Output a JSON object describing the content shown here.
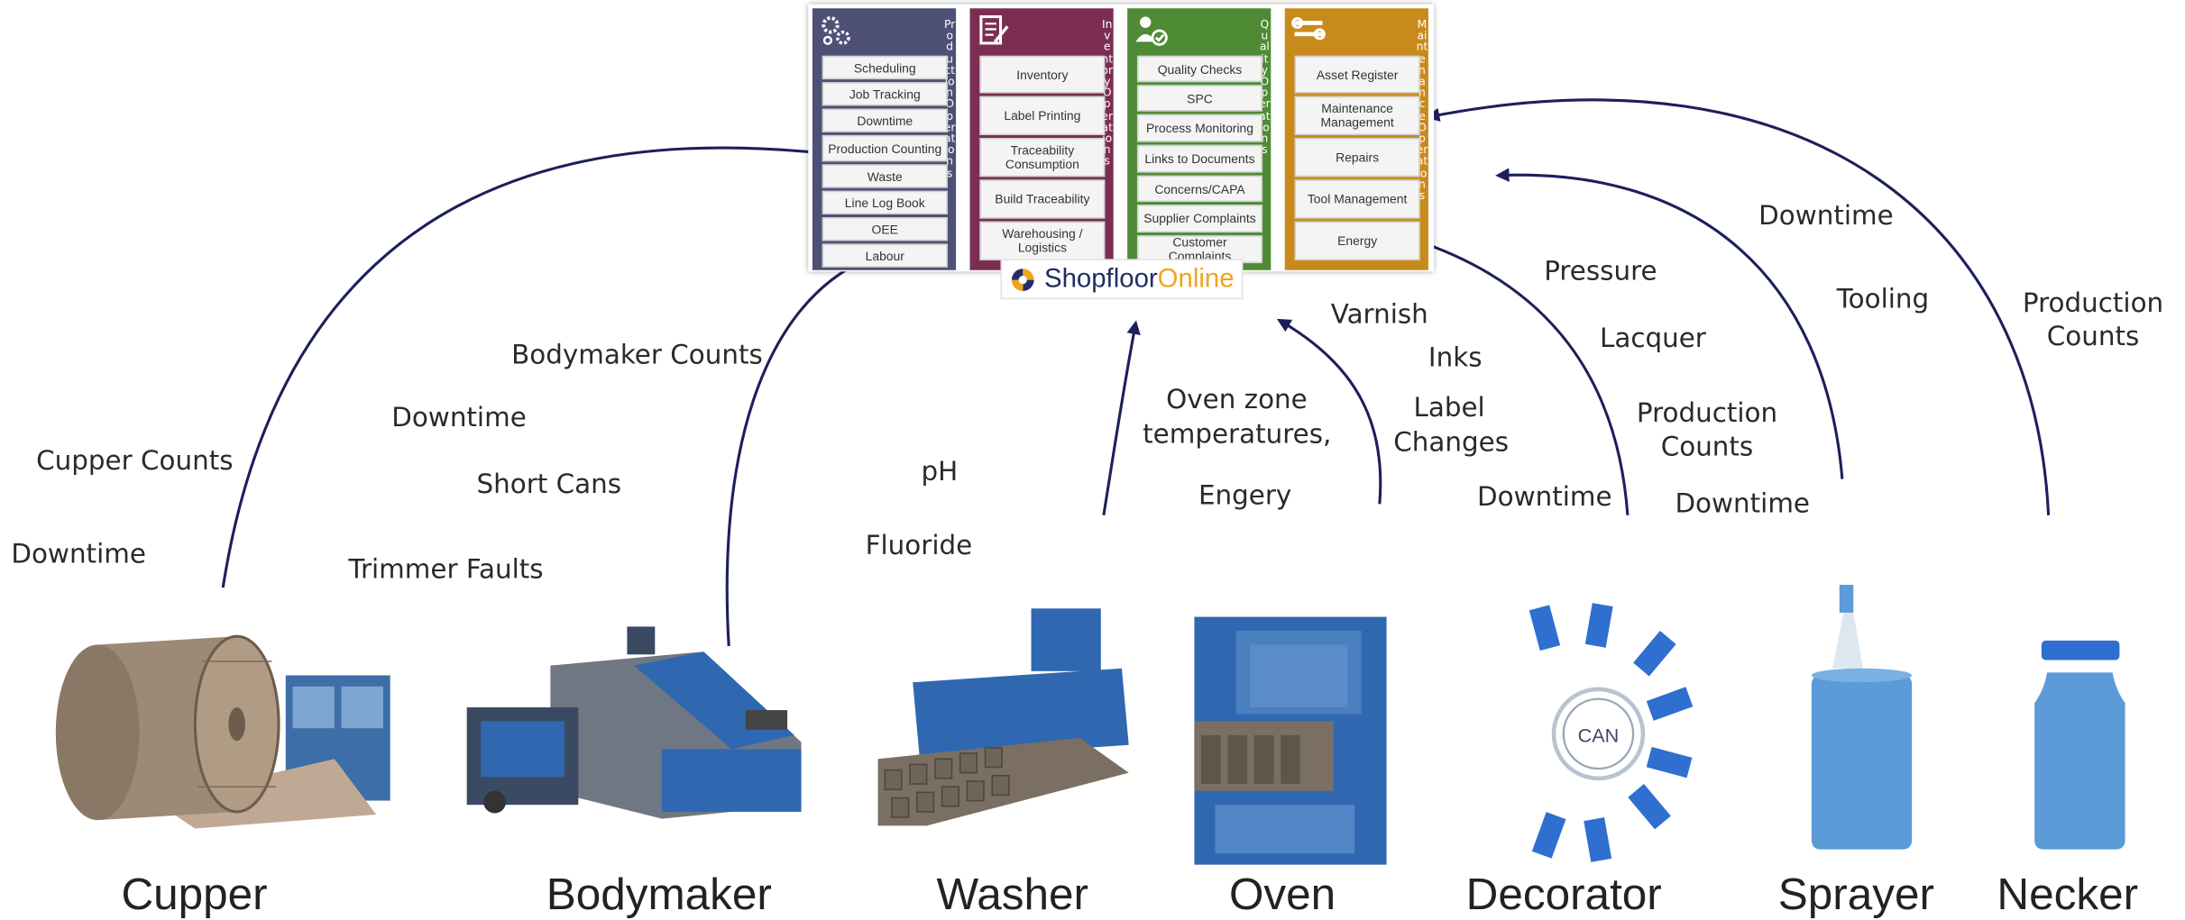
{
  "panel": {
    "columns": [
      {
        "id": "production",
        "title": "Production Operations",
        "color": "#4f5075",
        "icon": "gears-icon",
        "items": [
          "Scheduling",
          "Job Tracking",
          "Downtime",
          "Production Counting",
          "Waste",
          "Line Log Book",
          "OEE",
          "Labour"
        ]
      },
      {
        "id": "inventory",
        "title": "Inventory Operations",
        "color": "#7b2d52",
        "icon": "document-icon",
        "items": [
          "Inventory",
          "Label Printing",
          "Traceability Consumption",
          "Build Traceability",
          "Warehousing / Logistics"
        ]
      },
      {
        "id": "quality",
        "title": "Quality Operations",
        "color": "#4e8b34",
        "icon": "inspector-icon",
        "items": [
          "Quality Checks",
          "SPC",
          "Process Monitoring",
          "Links to Documents",
          "Concerns/CAPA",
          "Supplier Complaints",
          "Customer Complaints"
        ]
      },
      {
        "id": "maintenance",
        "title": "Maintenance Operations",
        "color": "#c98a1c",
        "icon": "wrench-icon",
        "items": [
          "Asset Register",
          "Maintenance Management",
          "Repairs",
          "Tool Management",
          "Energy"
        ]
      }
    ]
  },
  "logo": {
    "part1": "Shopfloor",
    "part2": "Online"
  },
  "annotations": {
    "cupper": [
      "Cupper Counts",
      "Downtime"
    ],
    "bodymaker": [
      "Bodymaker Counts",
      "Downtime",
      "Short Cans",
      "Trimmer Faults"
    ],
    "washer": [
      "pH",
      "Fluoride"
    ],
    "oven": [
      "Oven zone",
      "temperatures,",
      "Engery"
    ],
    "decorator": [
      "Varnish",
      "Inks",
      "Label",
      "Changes",
      "Downtime"
    ],
    "sprayer": [
      "Pressure",
      "Lacquer",
      "Production",
      "Counts",
      "Downtime"
    ],
    "necker": [
      "Downtime",
      "Tooling",
      "Production",
      "Counts"
    ]
  },
  "machines": [
    "Cupper",
    "Bodymaker",
    "Washer",
    "Oven",
    "Decorator",
    "Sprayer",
    "Necker"
  ],
  "colors": {
    "arrow": "#1c1f5c",
    "machine_blue": "#2f68b0",
    "coil": "#9c8a76"
  }
}
